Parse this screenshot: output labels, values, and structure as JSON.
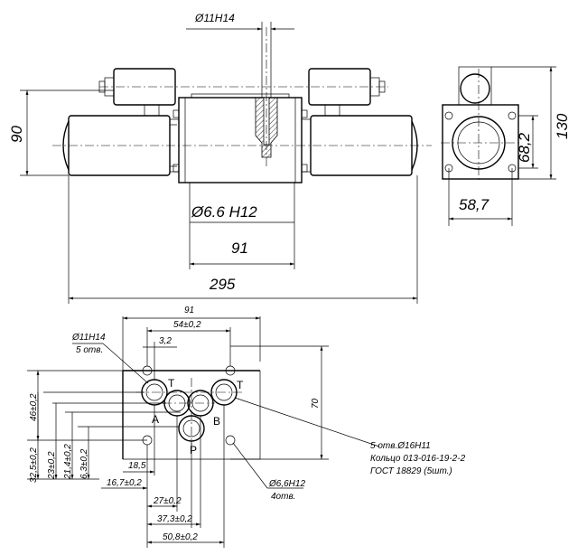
{
  "side_view": {
    "dim_bore_top": "Ø11H14",
    "dim_height": "90",
    "dim_bore_mid": "Ø6.6 H12",
    "dim_body_width": "91",
    "dim_total_length": "295"
  },
  "end_view": {
    "dim_height": "130",
    "dim_port_offset": "68,2",
    "dim_width": "58,7"
  },
  "mounting_face": {
    "dim_width_top": "91",
    "dim_54": "54±0,2",
    "dim_3_2": "3,2",
    "dim_70": "70",
    "bore_note": [
      "Ø11H14",
      "5 отв."
    ],
    "dim_46": "46±0,2",
    "dim_32_5": "32,5±0,2",
    "dim_23": "23±0,2",
    "dim_21_4": "21,4±0,2",
    "dim_6_3": "6,3±0,2",
    "dim_18_5": "18,5",
    "dim_16_7": "16,7±0,2",
    "dim_27": "27±0,2",
    "dim_37_3": "37,3±0,2",
    "dim_50_8": "50,8±0,2",
    "port_T_left": "T",
    "port_T_right": "T",
    "port_A": "A",
    "port_B": "B",
    "port_P": "P",
    "note_orings": [
      "5 отв.Ø16H11",
      "Кольцо 013-016-19-2-2",
      "ГОСТ 18829 (5шт.)"
    ],
    "note_holes": [
      "Ø6,6H12",
      "4отв."
    ]
  }
}
